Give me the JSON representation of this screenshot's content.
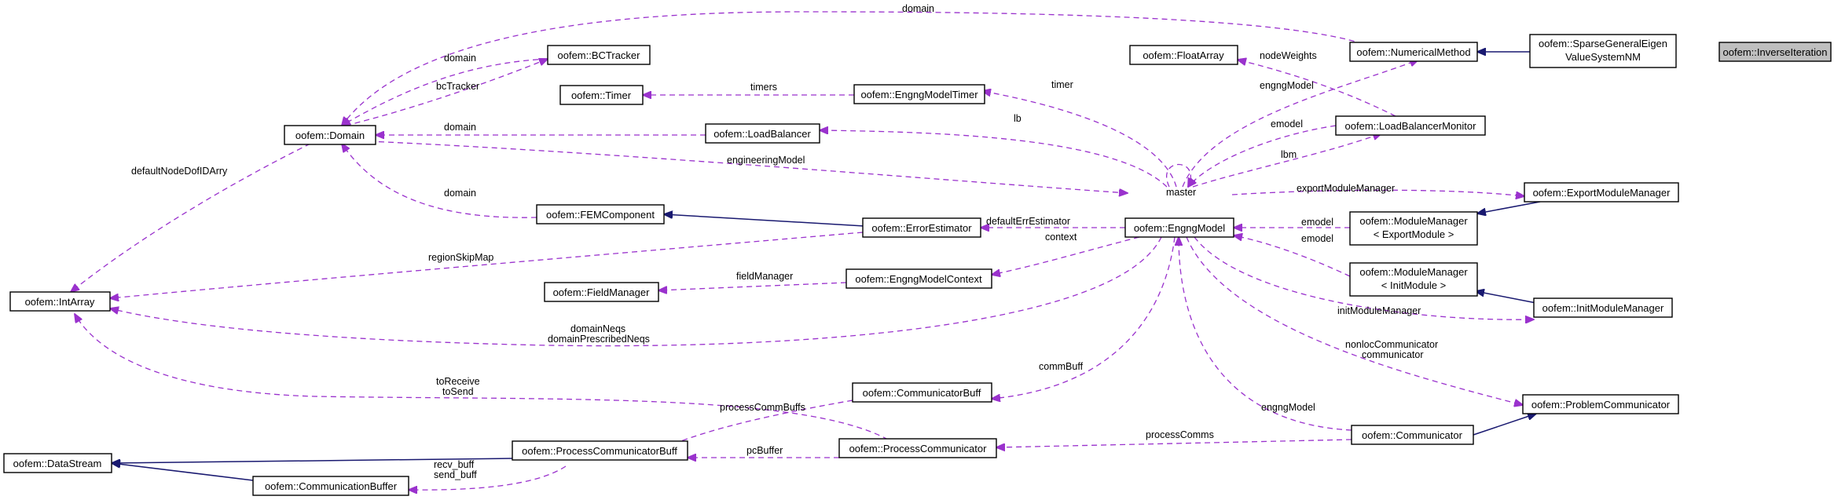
{
  "colors": {
    "usage_edge": "#9a32cd",
    "inheritance_edge": "#191970",
    "highlight_node": "#bfbfbf"
  },
  "nodes": {
    "inverse_iteration": "oofem::InverseIteration",
    "sparse_eigen_1": "oofem::SparseGeneralEigen",
    "sparse_eigen_2": "ValueSystemNM",
    "numerical_method": "oofem::NumericalMethod",
    "float_array": "oofem::FloatArray",
    "bc_tracker": "oofem::BCTracker",
    "timer": "oofem::Timer",
    "engng_model_timer": "oofem::EngngModelTimer",
    "domain": "oofem::Domain",
    "load_balancer": "oofem::LoadBalancer",
    "load_balancer_monitor": "oofem::LoadBalancerMonitor",
    "export_module_manager": "oofem::ExportModuleManager",
    "fem_component": "oofem::FEMComponent",
    "error_estimator": "oofem::ErrorEstimator",
    "engng_model": "oofem::EngngModel",
    "module_manager_export_1": "oofem::ModuleManager",
    "module_manager_export_2": "< ExportModule >",
    "int_array": "oofem::IntArray",
    "field_manager": "oofem::FieldManager",
    "engng_model_context": "oofem::EngngModelContext",
    "module_manager_init_1": "oofem::ModuleManager",
    "module_manager_init_2": "< InitModule >",
    "init_module_manager": "oofem::InitModuleManager",
    "communicator_buff": "oofem::CommunicatorBuff",
    "problem_communicator": "oofem::ProblemCommunicator",
    "data_stream": "oofem::DataStream",
    "process_communicator_buff": "oofem::ProcessCommunicatorBuff",
    "process_communicator": "oofem::ProcessCommunicator",
    "communicator": "oofem::Communicator",
    "communication_buffer": "oofem::CommunicationBuffer"
  },
  "edge_labels": {
    "domain_top": "domain",
    "bc_domain": "domain",
    "bc_tracker": "bcTracker",
    "node_weights": "nodeWeights",
    "timers": "timers",
    "timer": "timer",
    "engng_model_nm": "engngModel",
    "lb_domain": "domain",
    "lb": "lb",
    "emodel_lbm": "emodel",
    "lbm": "lbm",
    "default_node_dof": "defaultNodeDofIDArry",
    "engineering_model": "engineeringModel",
    "master": "master",
    "export_module_manager": "exportModuleManager",
    "fem_domain": "domain",
    "default_err_estimator": "defaultErrEstimator",
    "emodel_mm1": "emodel",
    "region_skip_map": "regionSkipMap",
    "context": "context",
    "emodel_mm2": "emodel",
    "field_manager": "fieldManager",
    "init_module_manager": "initModuleManager",
    "domain_neqs": "domainNeqs",
    "domain_prescribed_neqs": "domainPrescribedNeqs",
    "nonloc_communicator": "nonlocCommunicator",
    "communicator": "communicator",
    "comm_buff": "commBuff",
    "to_receive": "toReceive",
    "to_send": "toSend",
    "process_comm_buffs": "processCommBuffs",
    "engng_model_comm": "engngModel",
    "pc_buffer": "pcBuffer",
    "process_comms": "processComms",
    "recv_buff": "recv_buff",
    "send_buff": "send_buff"
  }
}
